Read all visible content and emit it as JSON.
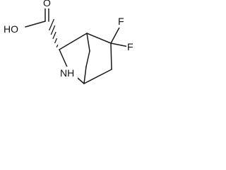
{
  "atoms": {
    "hydroxyl": "HO",
    "carbonyl_oxygen": "O",
    "amine": "NH",
    "fluorine_1": "F",
    "fluorine_2": "F"
  },
  "colors": {
    "bond": "#1a1a1a",
    "label": "#111111",
    "background": "#ffffff"
  }
}
